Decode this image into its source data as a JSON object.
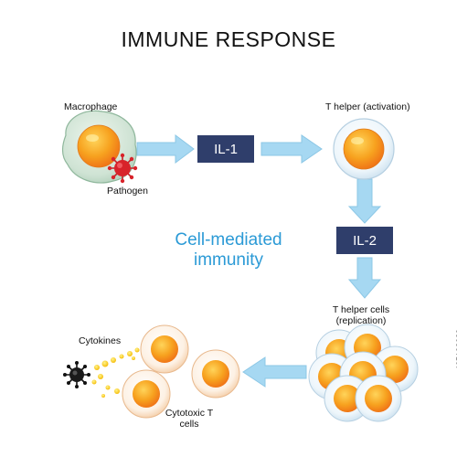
{
  "title": "IMMUNE RESPONSE",
  "heading": "Cell-mediated immunity",
  "labels": {
    "macrophage": "Macrophage",
    "pathogen": "Pathogen",
    "t_helper_activation": "T helper (activation)",
    "t_helper_replication": "T helper cells (replication)",
    "cytokines": "Cytokines",
    "cytotoxic": "Cytotoxic T cells"
  },
  "signals": {
    "il1": "IL-1",
    "il2": "IL-2"
  },
  "stock_id": "465102629",
  "colors": {
    "heading": "#2b9ad6",
    "label_box": "#2f3e6b",
    "arrow": "#a6d8f2",
    "nucleus": "#f7931e",
    "pathogen": "#d8232a",
    "macrophage": "#c3dccb"
  }
}
